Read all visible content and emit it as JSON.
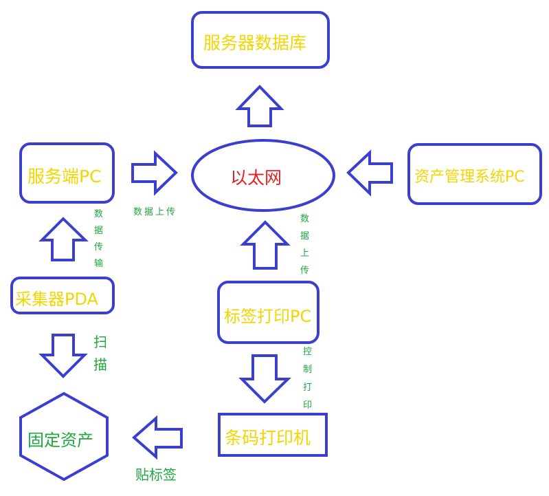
{
  "nodes": {
    "server_db": "服务器数据库",
    "ethernet": "以太网",
    "server_pc": "服务端PC",
    "asset_mgmt_pc": "资产管理系统PC",
    "collector_pda": "采集器PDA",
    "label_print_pc": "标签打印PC",
    "fixed_asset": "固定资产",
    "barcode_printer": "条码打印机"
  },
  "edge_labels": {
    "data_upload_horizontal": "数据上传",
    "data_transfer": [
      "数",
      "据",
      "传",
      "输"
    ],
    "data_upload_vertical": [
      "数",
      "据",
      "上",
      "传"
    ],
    "scan": [
      "扫",
      "描"
    ],
    "control_print": [
      "控",
      "制",
      "打",
      "印"
    ],
    "stick_label": "贴标签"
  },
  "colors": {
    "outline": "#3a3fcf",
    "node_text": "#f2d600",
    "center_text": "#e62020",
    "note_text": "#1ea83c"
  }
}
